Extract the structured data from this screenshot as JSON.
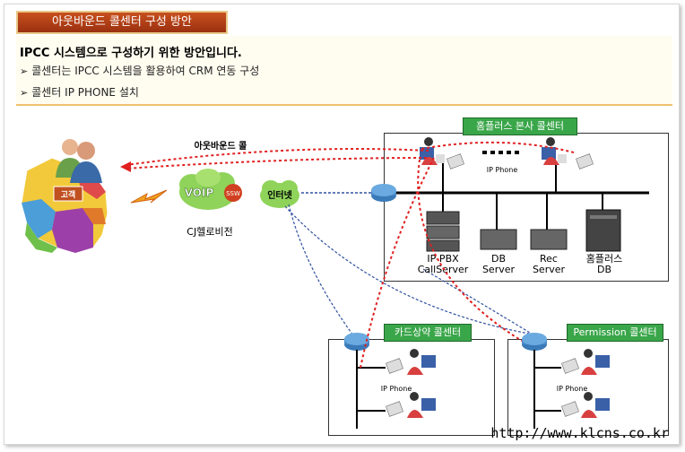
{
  "title": "아웃바운드 콜센터 구성 방안",
  "header": {
    "heading": "IPCC 시스템으로 구성하기 위한 방안입니다.",
    "bullets": [
      "콜센터는 IPCC 시스템을 활용하여 CRM 연동 구성",
      "콜센터 IP PHONE 설치"
    ]
  },
  "diagram": {
    "outbound_call_label": "아웃바운드 콜",
    "customer_label": "고객",
    "voip_label": "VOIP",
    "ssw_label": "SSW",
    "carrier_label": "CJ헬로비전",
    "internet_label": "인터넷",
    "hq_panel_title": "홈플러스 본사 콜센터",
    "hq_ip_phone": "IP Phone",
    "servers": [
      {
        "label": "IP-PBX\nCallServer"
      },
      {
        "label": "DB\nServer"
      },
      {
        "label": "Rec\nServer"
      },
      {
        "label": "홈플러스\nDB"
      }
    ],
    "card_panel_title": "카드상약 콜센터",
    "card_ip_phone": "IP Phone",
    "perm_panel_title": "Permission 콜센터",
    "perm_ip_phone": "IP Phone"
  },
  "url": "http://www.klcns.co.kr",
  "colors": {
    "title_bg": "#b5401a",
    "panel_green": "#3aa64a",
    "red_dashed": "#e02020",
    "blue_dashed": "#3050a0"
  }
}
